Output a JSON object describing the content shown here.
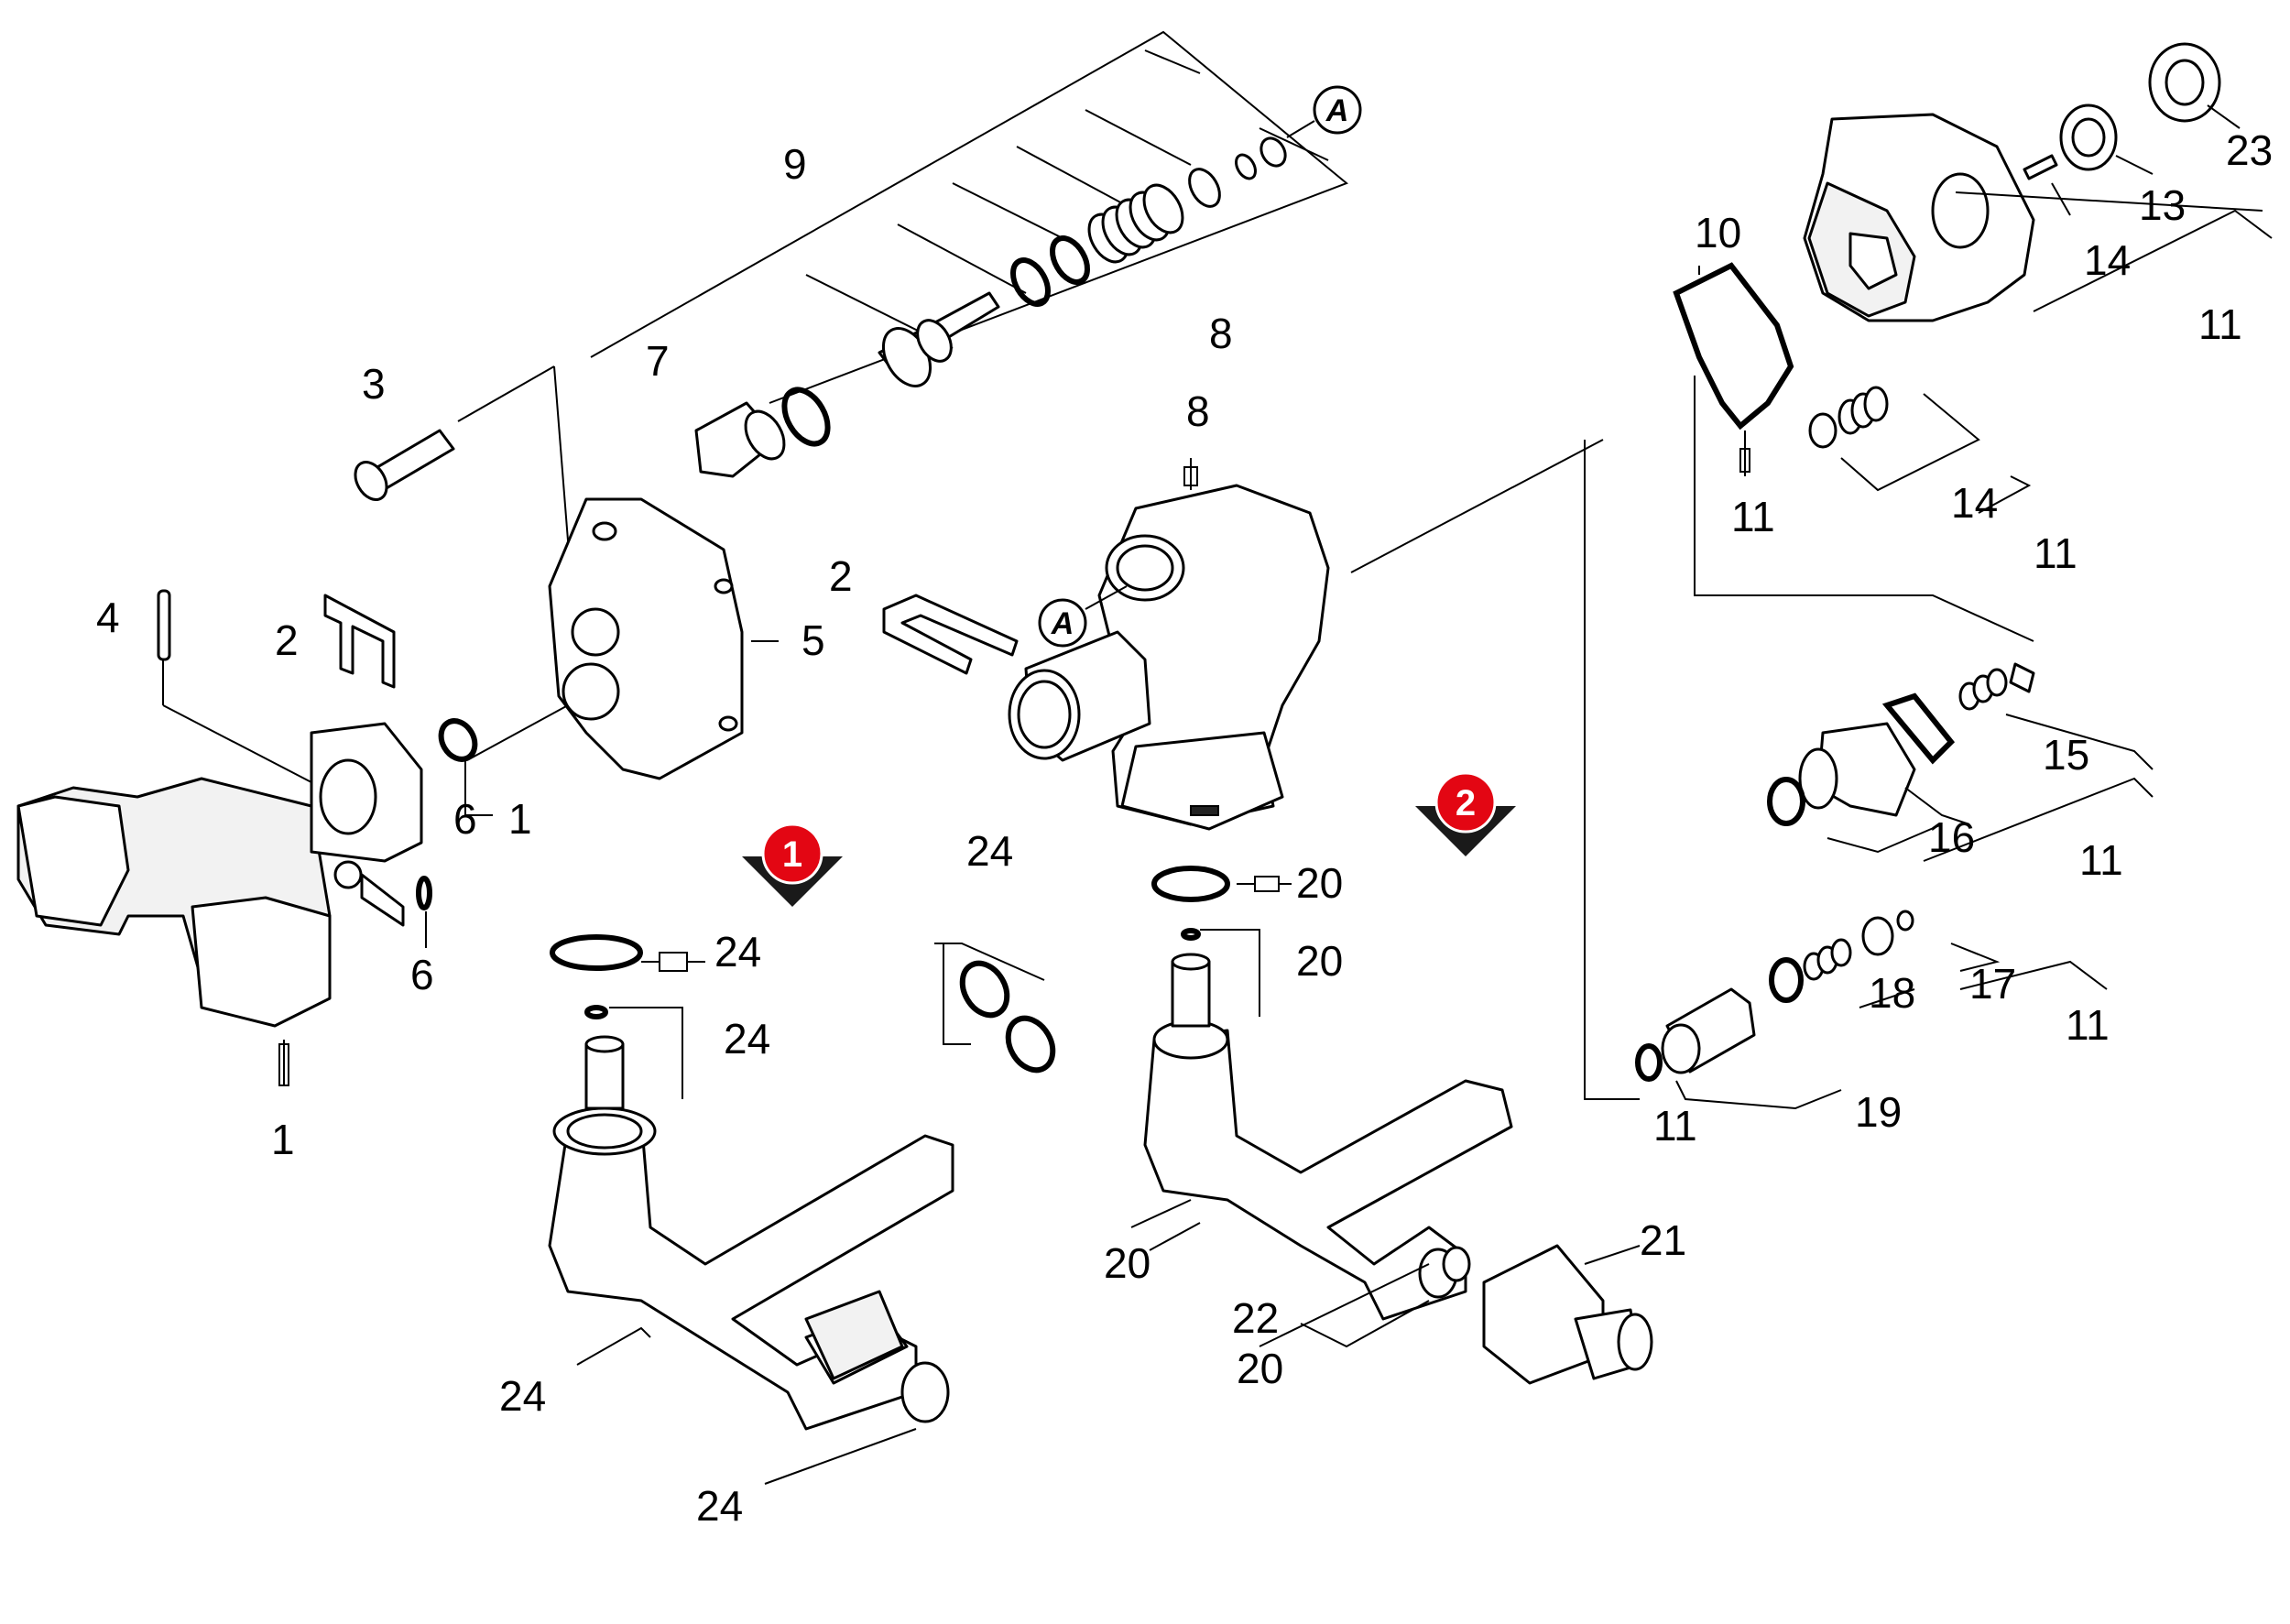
{
  "callouts": {
    "n1": "1",
    "n2": "2",
    "n3": "3",
    "n4": "4",
    "n5": "5",
    "n6": "6",
    "n7": "7",
    "n8": "8",
    "n9": "9",
    "n10": "10",
    "n11": "11",
    "n13": "13",
    "n14": "14",
    "n15": "15",
    "n16": "16",
    "n17": "17",
    "n18": "18",
    "n19": "19",
    "n20": "20",
    "n21": "21",
    "n22": "22",
    "n23": "23",
    "n24": "24"
  },
  "connector_label": "A",
  "variant_markers": {
    "m1": "1",
    "m2": "2"
  },
  "colors": {
    "line": "#000000",
    "marker_red": "#e30613",
    "marker_dark": "#1a1a1a"
  }
}
